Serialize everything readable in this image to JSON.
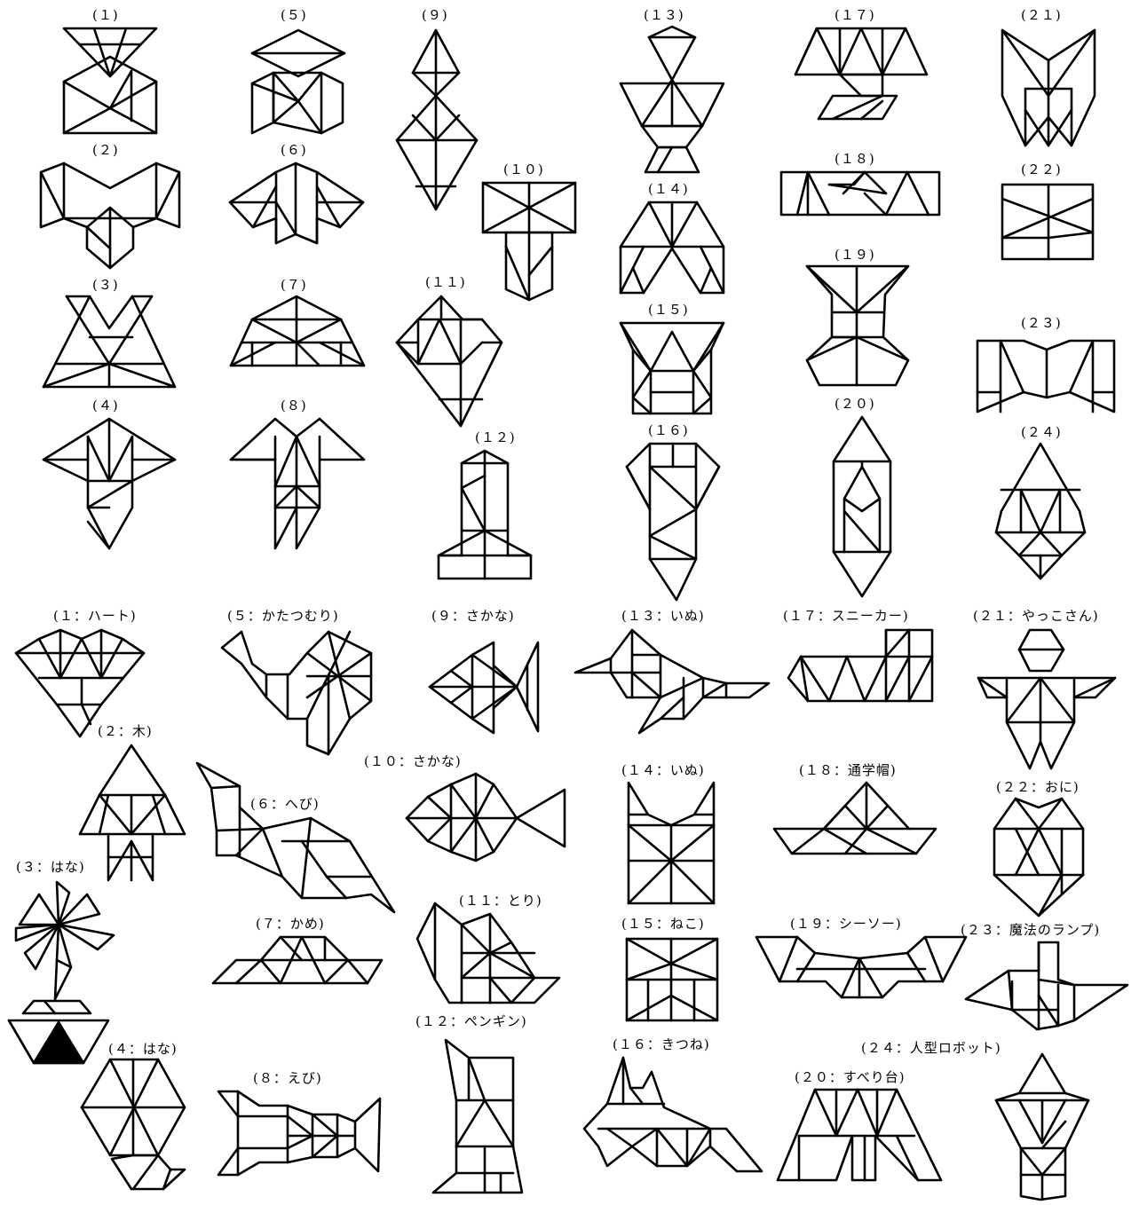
{
  "problems": [
    {
      "label": "(１)"
    },
    {
      "label": "(５)"
    },
    {
      "label": "(９)"
    },
    {
      "label": "(１３)"
    },
    {
      "label": "(１７)"
    },
    {
      "label": "(２１)"
    },
    {
      "label": "(２)"
    },
    {
      "label": "(６)"
    },
    {
      "label": "(１０)"
    },
    {
      "label": "(１４)"
    },
    {
      "label": "(１８)"
    },
    {
      "label": "(２２)"
    },
    {
      "label": "(３)"
    },
    {
      "label": "(７)"
    },
    {
      "label": "(１１)"
    },
    {
      "label": "(１５)"
    },
    {
      "label": "(１９)"
    },
    {
      "label": "(２３)"
    },
    {
      "label": "(４)"
    },
    {
      "label": "(８)"
    },
    {
      "label": "(１２)"
    },
    {
      "label": "(１６)"
    },
    {
      "label": "(２０)"
    },
    {
      "label": "(２４)"
    }
  ],
  "answers": [
    {
      "label": "(１：ハート)"
    },
    {
      "label": "(５：かたつむり)"
    },
    {
      "label": "(９：さかな)"
    },
    {
      "label": "(１３：いぬ)"
    },
    {
      "label": "(１７：スニーカー)"
    },
    {
      "label": "(２１：やっこさん)"
    },
    {
      "label": "(２：木)"
    },
    {
      "label": "(６：へび)"
    },
    {
      "label": "(１０：さかな)"
    },
    {
      "label": "(１４：いぬ)"
    },
    {
      "label": "(１８：通学帽)"
    },
    {
      "label": "(２２：おに)"
    },
    {
      "label": "(３：はな)"
    },
    {
      "label": "(７：かめ)"
    },
    {
      "label": "(１１：とり)"
    },
    {
      "label": "(１５：ねこ)"
    },
    {
      "label": "(１９：シーソー)"
    },
    {
      "label": "(２３：魔法のランプ)"
    },
    {
      "label": "(４：はな)"
    },
    {
      "label": "(８：えび)"
    },
    {
      "label": "(１２：ペンギン)"
    },
    {
      "label": "(１６：きつね)"
    },
    {
      "label": "(２０：すべり台)"
    },
    {
      "label": "(２４：人型ロボット)"
    }
  ]
}
